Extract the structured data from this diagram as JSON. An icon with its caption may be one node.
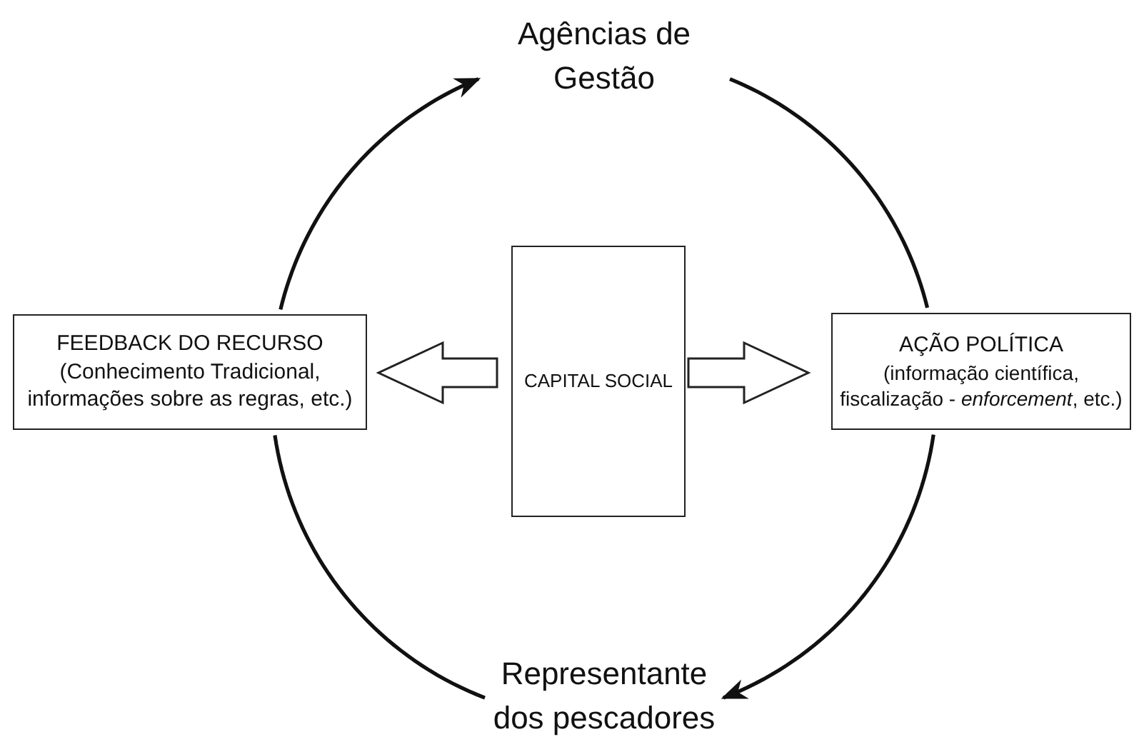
{
  "diagram": {
    "nodes": [
      {
        "text": [
          "Agências de Gestão"
        ]
      },
      {
        "text": [
          "FEEDBACK DO RECURSO",
          "(Conhecimento Tradicional, informações sobre as regras, etc.)"
        ]
      },
      {
        "text": [
          "CAPITAL SOCIAL"
        ]
      },
      {
        "text": [
          "AÇÃO POLÍTICA",
          "(informação científica, fiscalização - *enforcement*, etc.)"
        ]
      },
      {
        "text": [
          "Representante dos pescadores"
        ]
      }
    ],
    "edges": [
      {
        "from": 4,
        "to": 1,
        "arrow": "none"
      },
      {
        "from": 1,
        "to": 0,
        "arrow": "to"
      },
      {
        "from": 0,
        "to": 3,
        "arrow": "none"
      },
      {
        "from": 3,
        "to": 4,
        "arrow": "to"
      },
      {
        "from": 2,
        "to": 1,
        "arrow": "to",
        "style": "thick"
      },
      {
        "from": 2,
        "to": 3,
        "arrow": "to",
        "style": "thick"
      }
    ]
  }
}
